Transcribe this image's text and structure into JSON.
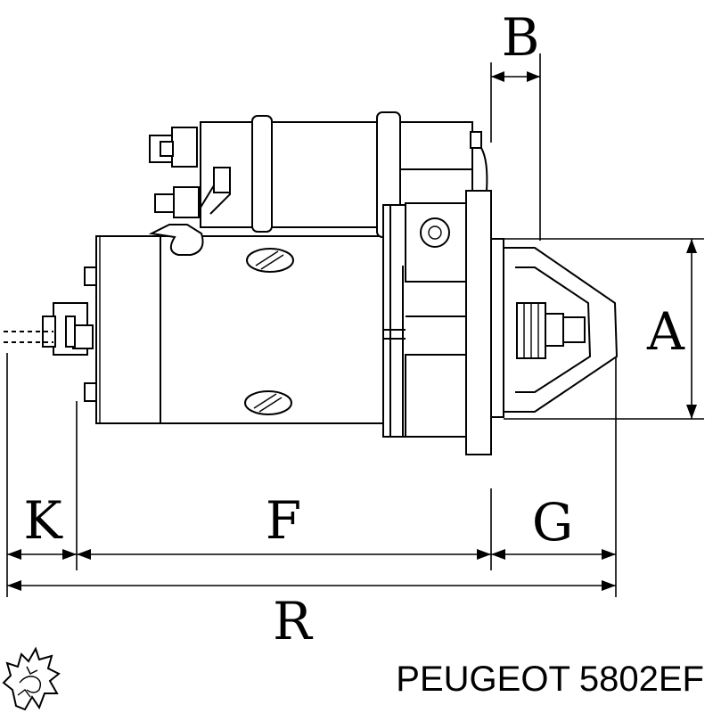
{
  "dimension_labels": {
    "a": "A",
    "b": "B",
    "f": "F",
    "g": "G",
    "k": "K",
    "r": "R"
  },
  "caption": {
    "brand": "PEUGEOT",
    "part_number": "5802EF"
  },
  "logo": {
    "icon": "peugeot-lion-icon"
  }
}
